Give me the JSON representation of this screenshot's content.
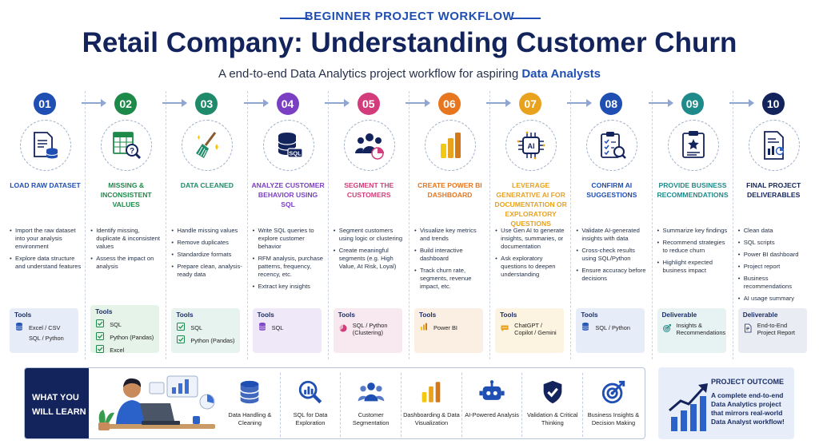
{
  "header": {
    "kicker": "BEGINNER PROJECT WORKFLOW",
    "title": "Retail Company: Understanding Customer Churn",
    "subtitle_prefix": "A end-to-end Data Analytics project workflow for aspiring ",
    "subtitle_highlight": "Data Analysts"
  },
  "steps": [
    {
      "num": "01",
      "color": "#1f4fb3",
      "icon": "document-database-icon",
      "title": "LOAD RAW DATASET",
      "bullets": [
        "Import the raw dataset into your analysis environment",
        "Explore data structure and understand features"
      ],
      "tools_label": "Tools",
      "tools_bg": "#e6edf9",
      "tools": [
        {
          "icon": "database-icon",
          "text": "Excel / CSV"
        },
        {
          "icon": "",
          "text": "SQL / Python"
        }
      ]
    },
    {
      "num": "02",
      "color": "#1e8a4a",
      "icon": "spreadsheet-search-icon",
      "title": "MISSING & INCONSISTENT VALUES",
      "bullets": [
        "Identify missing, duplicate & inconsistent values",
        "Assess the impact on analysis"
      ],
      "tools_label": "Tools",
      "tools_bg": "#e6f3e9",
      "tools": [
        {
          "icon": "check-icon",
          "text": "SQL"
        },
        {
          "icon": "check-icon",
          "text": "Python (Pandas)"
        },
        {
          "icon": "check-icon",
          "text": "Excel"
        }
      ]
    },
    {
      "num": "03",
      "color": "#1e8a6a",
      "icon": "broom-icon",
      "title": "DATA CLEANED",
      "bullets": [
        "Handle missing values",
        "Remove duplicates",
        "Standardize formats",
        "Prepare clean, analysis-ready data"
      ],
      "tools_label": "Tools",
      "tools_bg": "#e6f3ee",
      "tools": [
        {
          "icon": "check-icon",
          "text": "SQL"
        },
        {
          "icon": "check-icon",
          "text": "Python (Pandas)"
        }
      ]
    },
    {
      "num": "04",
      "color": "#7b3fc4",
      "icon": "sql-database-icon",
      "title": "ANALYZE CUSTOMER BEHAVIOR USING SQL",
      "bullets": [
        "Write SQL queries to explore customer behavior",
        "RFM analysis, purchase patterns, frequency, recency, etc.",
        "Extract key insights"
      ],
      "tools_label": "Tools",
      "tools_bg": "#efe8f8",
      "tools": [
        {
          "icon": "database-icon",
          "text": "SQL"
        }
      ]
    },
    {
      "num": "05",
      "color": "#d23c7a",
      "icon": "customer-segments-icon",
      "title": "SEGMENT THE CUSTOMERS",
      "bullets": [
        "Segment customers using logic or clustering",
        "Create meaningful segments (e.g. High Value, At Risk, Loyal)"
      ],
      "tools_label": "Tools",
      "tools_bg": "#f8e8ef",
      "tools": [
        {
          "icon": "pie-icon",
          "text": "SQL / Python (Clustering)"
        }
      ]
    },
    {
      "num": "06",
      "color": "#e8761e",
      "icon": "power-bi-icon",
      "title": "CREATE POWER BI DASHBOARD",
      "bullets": [
        "Visualize key metrics and trends",
        "Build interactive dashboard",
        "Track churn rate, segments, revenue impact, etc."
      ],
      "tools_label": "Tools",
      "tools_bg": "#fbefe3",
      "tools": [
        {
          "icon": "power-bi-icon",
          "text": "Power BI"
        }
      ]
    },
    {
      "num": "07",
      "color": "#e8a21e",
      "icon": "ai-chip-icon",
      "title": "LEVERAGE GENERATIVE AI FOR DOCUMENTATION OR EXPLORATORY QUESTIONS",
      "bullets": [
        "Use Gen AI to generate insights, summaries, or documentation",
        "Ask exploratory questions to deepen understanding"
      ],
      "tools_label": "Tools",
      "tools_bg": "#fcf3e0",
      "tools": [
        {
          "icon": "chat-icon",
          "text": "ChatGPT / Copilot / Gemini"
        }
      ]
    },
    {
      "num": "08",
      "color": "#1f4fb3",
      "icon": "clipboard-check-icon",
      "title": "CONFIRM AI SUGGESTIONS",
      "bullets": [
        "Validate AI-generated insights with data",
        "Cross-check results using SQL/Python",
        "Ensure accuracy before decisions"
      ],
      "tools_label": "Tools",
      "tools_bg": "#e6edf9",
      "tools": [
        {
          "icon": "database-icon",
          "text": "SQL / Python"
        }
      ]
    },
    {
      "num": "09",
      "color": "#1e8a8a",
      "icon": "recommendation-board-icon",
      "title": "PROVIDE BUSINESS RECOMMENDATIONS",
      "bullets": [
        "Summarize key findings",
        "Recommend strategies to reduce churn",
        "Highlight expected business impact"
      ],
      "tools_label": "Deliverable",
      "tools_bg": "#e6f3f2",
      "tools": [
        {
          "icon": "target-icon",
          "text": "Insights & Recommendations"
        }
      ]
    },
    {
      "num": "10",
      "color": "#13235b",
      "icon": "report-icon",
      "title": "FINAL PROJECT DELIVERABLES",
      "bullets": [
        "Clean data",
        "SQL scripts",
        "Power BI dashboard",
        "Project report",
        "Business recommendations",
        "AI usage summary"
      ],
      "tools_label": "Deliverable",
      "tools_bg": "#e9ecf2",
      "tools": [
        {
          "icon": "report-icon",
          "text": "End-to-End Project Report"
        }
      ]
    }
  ],
  "learn": {
    "heading_line1": "WHAT YOU",
    "heading_line2": "WILL LEARN",
    "items": [
      {
        "icon": "database-icon",
        "label": "Data Handling & Cleaning"
      },
      {
        "icon": "magnifier-chart-icon",
        "label": "SQL for Data Exploration"
      },
      {
        "icon": "people-icon",
        "label": "Customer Segmentation"
      },
      {
        "icon": "power-bi-icon",
        "label": "Dashboarding & Data Visualization"
      },
      {
        "icon": "robot-icon",
        "label": "AI-Powered Analysis"
      },
      {
        "icon": "shield-check-icon",
        "label": "Validation & Critical Thinking"
      },
      {
        "icon": "target-icon",
        "label": "Business Insights & Decision Making"
      }
    ]
  },
  "outcome": {
    "title": "PROJECT OUTCOME",
    "text": "A complete end-to-end Data Analytics project that mirrors real-world Data Analyst workflow!"
  }
}
